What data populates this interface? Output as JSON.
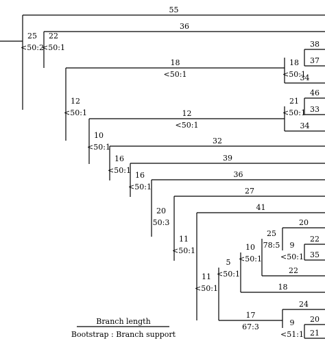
{
  "legend": {
    "top": "Branch length",
    "bottom": "Bootstrap : Branch support"
  },
  "edges": [
    {
      "id": "r-a",
      "len": "55",
      "sup": ""
    },
    {
      "id": "r-n25",
      "len": "25",
      "sup": "<50:2"
    },
    {
      "id": "n25-b",
      "len": "36",
      "sup": ""
    },
    {
      "id": "n25-n22",
      "len": "22",
      "sup": "<50:1"
    },
    {
      "id": "n22-n18",
      "len": "18",
      "sup": "<50:1"
    },
    {
      "id": "n18-n18b",
      "len": "18",
      "sup": "<50:1"
    },
    {
      "id": "n18b-c",
      "len": "38",
      "sup": ""
    },
    {
      "id": "n18b-d",
      "len": "37",
      "sup": ""
    },
    {
      "id": "n18-e",
      "len": "34",
      "sup": ""
    },
    {
      "id": "n22-n12",
      "len": "12",
      "sup": "<50:1"
    },
    {
      "id": "n12-n12b",
      "len": "12",
      "sup": "<50:1"
    },
    {
      "id": "n12b-n21",
      "len": "21",
      "sup": "<50:1"
    },
    {
      "id": "n21-f",
      "len": "46",
      "sup": ""
    },
    {
      "id": "n21-g",
      "len": "33",
      "sup": ""
    },
    {
      "id": "n12b-h",
      "len": "34",
      "sup": ""
    },
    {
      "id": "n12-n10",
      "len": "10",
      "sup": "<50:1"
    },
    {
      "id": "n10-i",
      "len": "32",
      "sup": ""
    },
    {
      "id": "n10-n16",
      "len": "16",
      "sup": "<50:1"
    },
    {
      "id": "n16-j",
      "len": "39",
      "sup": ""
    },
    {
      "id": "n16-n16b",
      "len": "16",
      "sup": "<50:1"
    },
    {
      "id": "n16b-k",
      "len": "36",
      "sup": ""
    },
    {
      "id": "n16b-n20",
      "len": "20",
      "sup": "50:3"
    },
    {
      "id": "n20-l",
      "len": "27",
      "sup": ""
    },
    {
      "id": "n20-n11",
      "len": "11",
      "sup": "<50:1"
    },
    {
      "id": "n11-m",
      "len": "41",
      "sup": ""
    },
    {
      "id": "n11-n11b",
      "len": "11",
      "sup": "<50:1"
    },
    {
      "id": "n11b-n5",
      "len": "5",
      "sup": "<50:1"
    },
    {
      "id": "n5-n10b",
      "len": "10",
      "sup": "<50:1"
    },
    {
      "id": "n10b-n25b",
      "len": "25",
      "sup": "78:5"
    },
    {
      "id": "n25b-o",
      "len": "20",
      "sup": ""
    },
    {
      "id": "n25b-n9",
      "len": "9",
      "sup": "<50:1"
    },
    {
      "id": "n9-p",
      "len": "22",
      "sup": ""
    },
    {
      "id": "n9-q",
      "len": "35",
      "sup": ""
    },
    {
      "id": "n10b-r",
      "len": "22",
      "sup": ""
    },
    {
      "id": "n5-s",
      "len": "18",
      "sup": ""
    },
    {
      "id": "n11b-n17",
      "len": "17",
      "sup": "67:3"
    },
    {
      "id": "n17-t",
      "len": "24",
      "sup": ""
    },
    {
      "id": "n17-n9b",
      "len": "9",
      "sup": "<51:1"
    },
    {
      "id": "n9b-u",
      "len": "20",
      "sup": ""
    },
    {
      "id": "n9b-v",
      "len": "21",
      "sup": ""
    }
  ]
}
